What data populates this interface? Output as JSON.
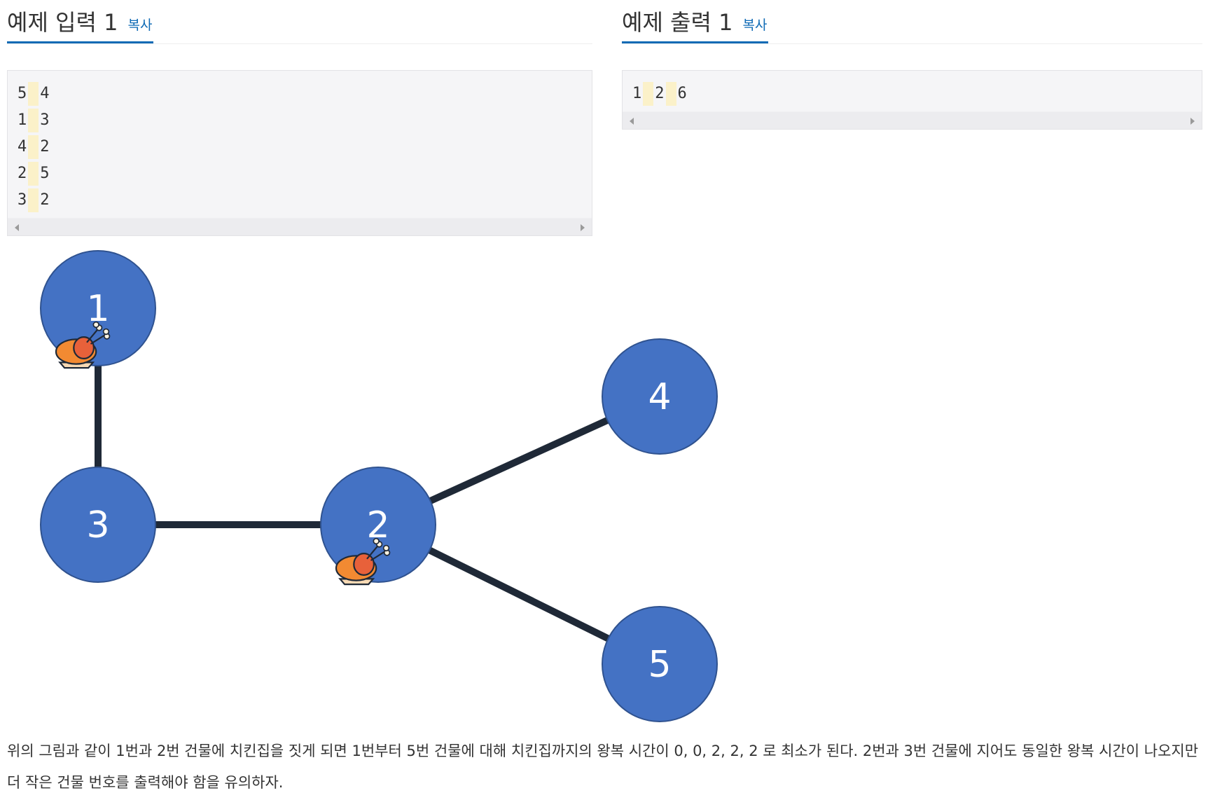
{
  "sample_input": {
    "title": "예제 입력 1",
    "copy_label": "복사",
    "lines": [
      [
        "5",
        "4"
      ],
      [
        "1",
        "3"
      ],
      [
        "4",
        "2"
      ],
      [
        "2",
        "5"
      ],
      [
        "3",
        "2"
      ]
    ]
  },
  "sample_output": {
    "title": "예제 출력 1",
    "copy_label": "복사",
    "lines": [
      [
        "1",
        "2",
        "6"
      ]
    ]
  },
  "graph": {
    "node_color": "#4472c4",
    "edge_color": "#1f2937",
    "nodes": [
      "1",
      "2",
      "3",
      "4",
      "5"
    ],
    "edges": [
      [
        "1",
        "3"
      ],
      [
        "3",
        "2"
      ],
      [
        "2",
        "4"
      ],
      [
        "2",
        "5"
      ]
    ],
    "chicken_nodes": [
      "1",
      "2"
    ]
  },
  "description": "위의 그림과 같이 1번과 2번 건물에 치킨집을 짓게 되면 1번부터 5번 건물에 대해 치킨집까지의 왕복 시간이 0, 0, 2, 2, 2 로 최소가 된다. 2번과 3번 건물에 지어도 동일한 왕복 시간이 나오지만 더 작은 건물 번호를 출력해야 함을 유의하자."
}
